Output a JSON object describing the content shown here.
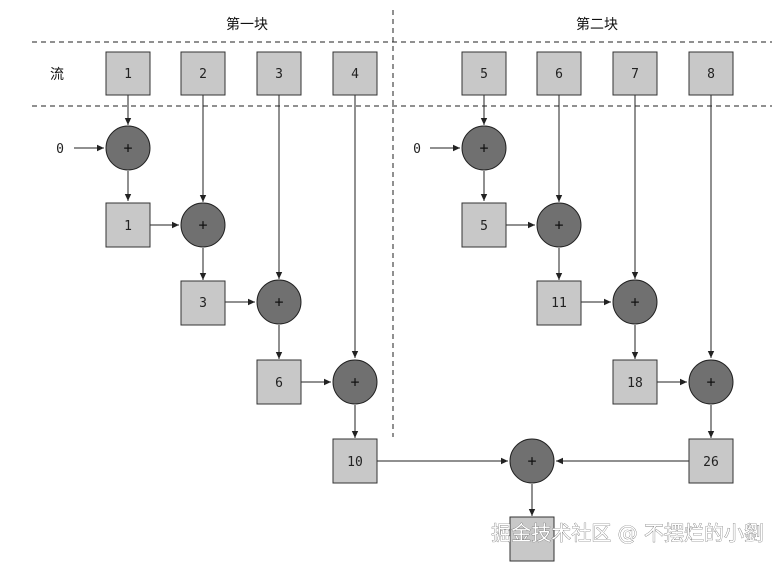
{
  "headers": {
    "block1": "第一块",
    "block2": "第二块"
  },
  "stream_label": "流",
  "stream": [
    "1",
    "2",
    "3",
    "4",
    "5",
    "6",
    "7",
    "8"
  ],
  "block1_seed": "0",
  "block2_seed": "0",
  "block1_partials": [
    "1",
    "3",
    "6",
    "10"
  ],
  "block2_partials": [
    "5",
    "11",
    "18",
    "26"
  ],
  "plus_symbol": "+",
  "watermark": "掘金技术社区 @ 不摆烂的小劉",
  "colors": {
    "box": "#c8c8c8",
    "node": "#707070",
    "line": "#222222"
  }
}
